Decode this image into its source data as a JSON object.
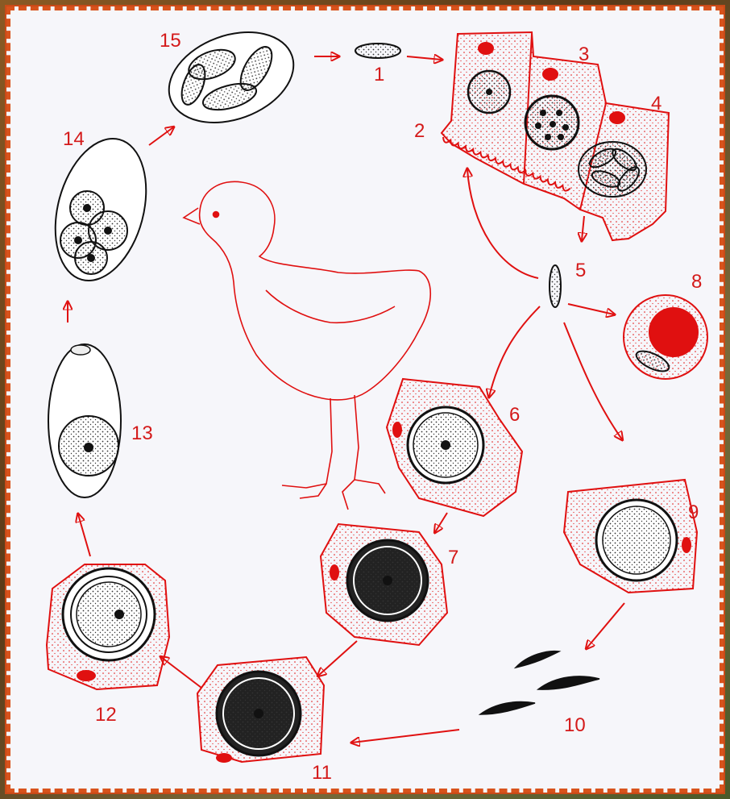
{
  "stage_labels": [
    "1",
    "2",
    "3",
    "4",
    "5",
    "6",
    "7",
    "8",
    "9",
    "10",
    "11",
    "12",
    "13",
    "14",
    "15"
  ],
  "colors": {
    "accent": "#e01010",
    "ink": "#111111",
    "frame_border": "#d8531c",
    "panel_bg": "#f6f6fa"
  }
}
